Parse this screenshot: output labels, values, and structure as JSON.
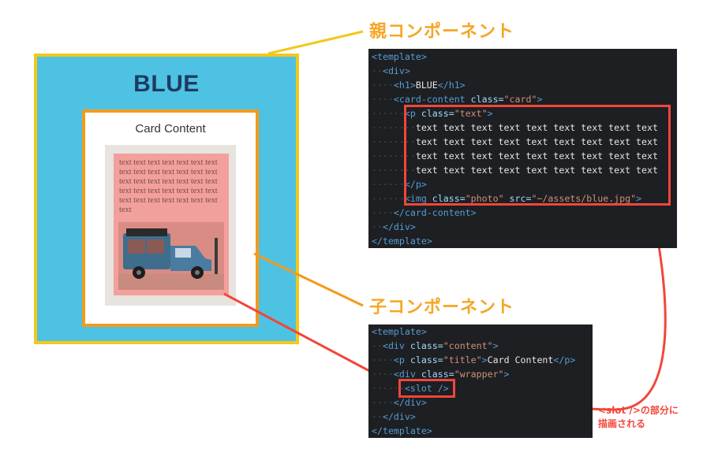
{
  "preview": {
    "heading": "BLUE",
    "card_title": "Card Content",
    "slot_text": "text text text text text text text text text text text text text text text text text text text text text text text text text text text text text text text text text text text text",
    "photo_icon": "food-truck-photo"
  },
  "labels": {
    "parent": "親コンポーネント",
    "child": "子コンポーネント",
    "slot_note_line1": "<slot />の部分に",
    "slot_note_line2": "描画される"
  },
  "parent_code": {
    "l1": "<template>",
    "l2": "<div>",
    "l3_open": "<h1>",
    "l3_text": "BLUE",
    "l3_close": "</h1>",
    "l4_tag": "<card-content",
    "l4_attr": "class=",
    "l4_val": "\"card\"",
    "l4_end": ">",
    "l5_tag": "<p",
    "l5_attr": "class=",
    "l5_val": "\"text\"",
    "l5_end": ">",
    "text_line": "text text text text text text text text text",
    "l10": "</p>",
    "l11_tag": "<img",
    "l11_attr1": "class=",
    "l11_val1": "\"photo\"",
    "l11_attr2": "src=",
    "l11_val2": "\"~/assets/blue.jpg\"",
    "l11_end": ">",
    "l12": "</card-content>",
    "l13": "</div>",
    "l14": "</template>"
  },
  "child_code": {
    "l1": "<template>",
    "l2_tag": "<div",
    "l2_attr": "class=",
    "l2_val": "\"content\"",
    "l2_end": ">",
    "l3_tag": "<p",
    "l3_attr": "class=",
    "l3_val": "\"title\"",
    "l3_end": ">",
    "l3_text": "Card Content",
    "l3_close": "</p>",
    "l4_tag": "<div",
    "l4_attr": "class=",
    "l4_val": "\"wrapper\"",
    "l4_end": ">",
    "l5": "<slot />",
    "l6": "</div>",
    "l7": "</div>",
    "l8": "</template>"
  },
  "colors": {
    "parent_border": "#f2c81b",
    "child_border": "#f39a1c",
    "arrow_red": "#f2463a",
    "title_orange": "#f5a623",
    "preview_blue": "#4ec2e3"
  }
}
